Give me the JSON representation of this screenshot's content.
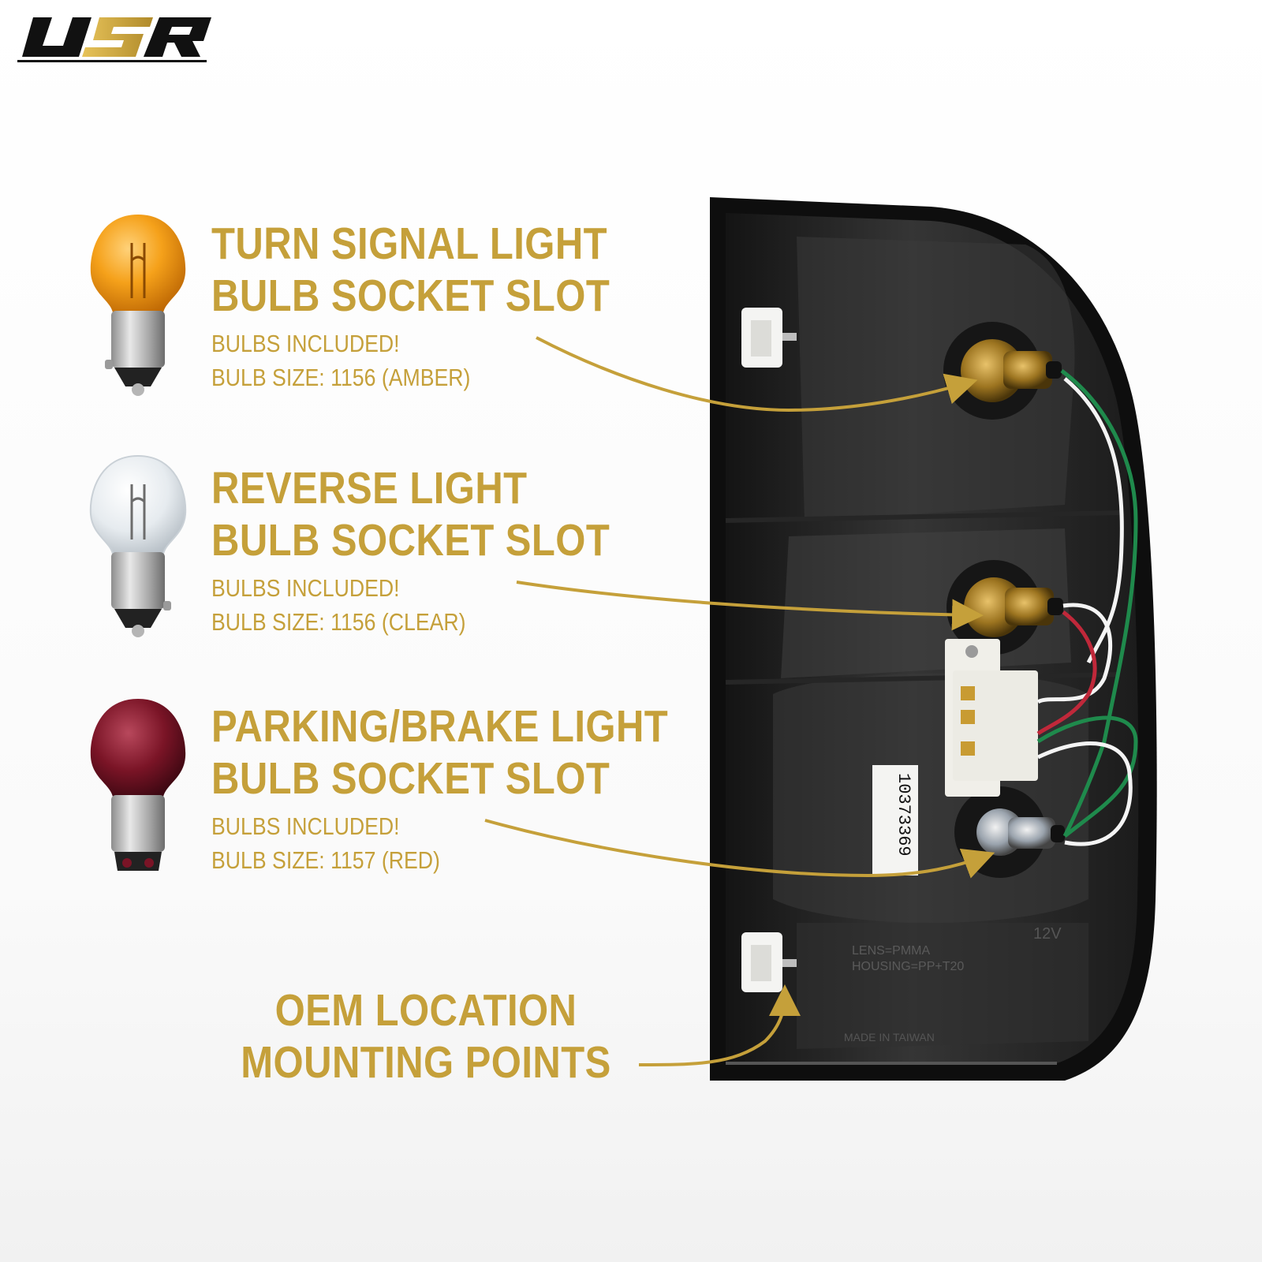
{
  "brand": {
    "logo_text": "USR"
  },
  "callouts": [
    {
      "id": "turn-signal",
      "title_line1": "TURN SIGNAL LIGHT",
      "title_line2": "BULB SOCKET SLOT",
      "note": "BULBS INCLUDED!",
      "bulb_size": "BULB SIZE: 1156 (AMBER)",
      "bulb_color": "#f5a11a"
    },
    {
      "id": "reverse",
      "title_line1": "REVERSE LIGHT",
      "title_line2": "BULB SOCKET SLOT",
      "note": "BULBS INCLUDED!",
      "bulb_size": "BULB SIZE: 1156 (CLEAR)",
      "bulb_color": "#eef2f5"
    },
    {
      "id": "parking-brake",
      "title_line1": "PARKING/BRAKE LIGHT",
      "title_line2": "BULB SOCKET SLOT",
      "note": "BULBS INCLUDED!",
      "bulb_size": "BULB SIZE: 1157 (RED)",
      "bulb_color": "#7a1426"
    }
  ],
  "mounting": {
    "title_line1": "OEM LOCATION",
    "title_line2": "MOUNTING POINTS"
  },
  "part_label": {
    "serial": "10373369",
    "lens_text": "LENS=PMMA",
    "housing_text": "HOUSING=PP+T20",
    "origin_text": "MADE IN TAIWAN",
    "voltage_text": "12V"
  },
  "colors": {
    "accent_gold": "#c5a03a",
    "housing_black": "#2a2a2a",
    "wire_green": "#1f8a4c"
  }
}
